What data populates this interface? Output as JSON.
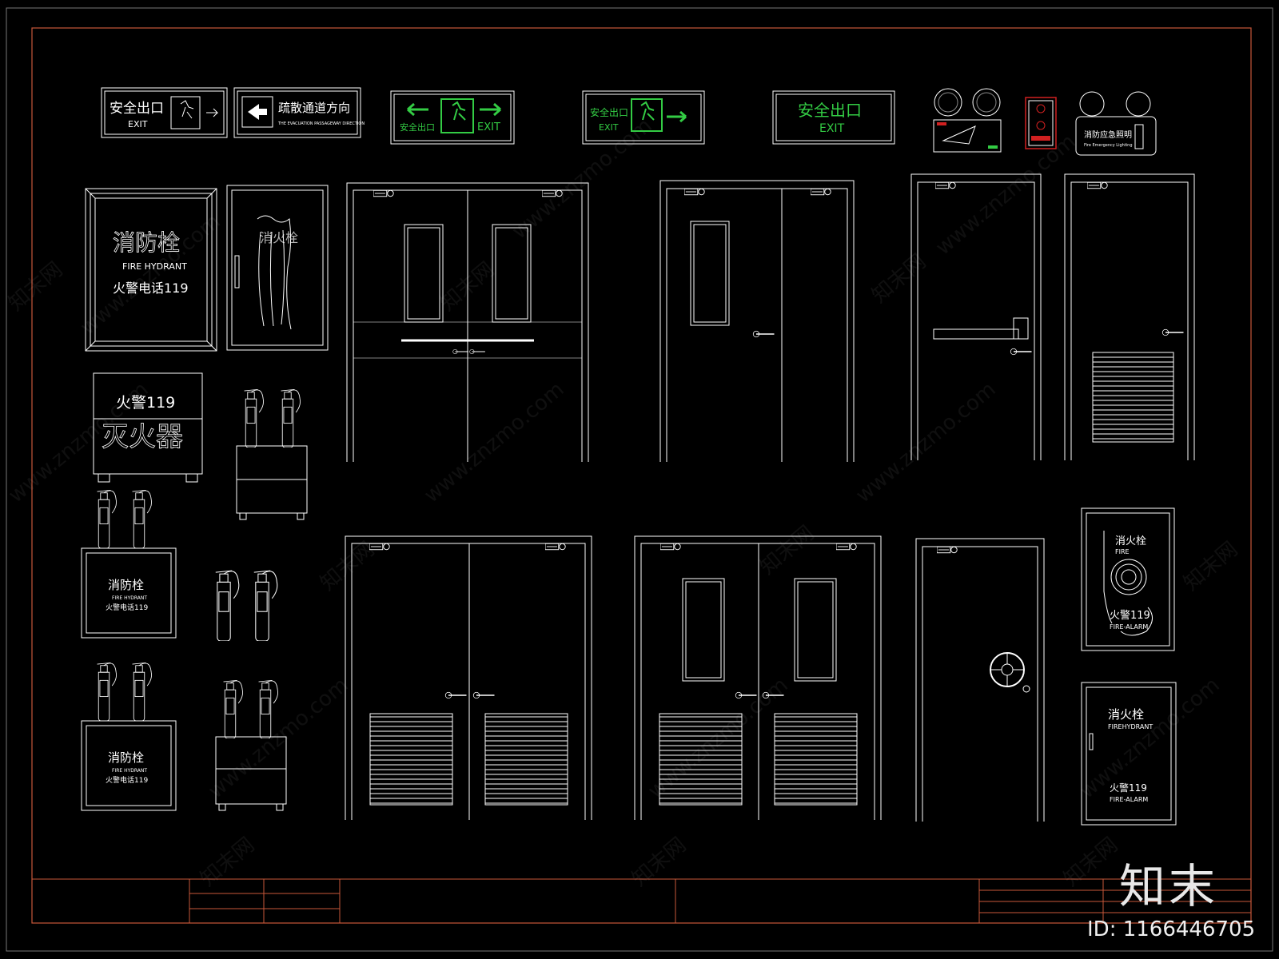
{
  "colors": {
    "frame": "#c8583a",
    "line": "#ffffff",
    "sign_green": "#33cc44",
    "alarm_red": "#d02020"
  },
  "signs": {
    "s1_cn": "安全出口",
    "s1_en": "EXIT",
    "s2_cn": "疏散通道方向",
    "s2_en": "THE EVACUATION PASSAGEWAY DIRECTION",
    "s3_cn": "安全出口",
    "s3_en": "EXIT",
    "s4_cn": "安全出口",
    "s4_en": "EXIT",
    "s5_cn": "安全出口",
    "s5_en": "EXIT",
    "lamp_cn": "消防应急照明",
    "lamp_en": "Fire Emergency Lighting"
  },
  "cabinets": {
    "c1_title": "消防栓",
    "c1_en": "FIRE HYDRANT",
    "c1_phone": "火警电话119",
    "c2_title": "消火栓",
    "box_phone": "火警119",
    "box_title": "灭火器",
    "c3_title": "消防栓",
    "c3_en": "FIRE HYDRANT",
    "c3_phone": "火警电话119",
    "c4_title": "消防栓",
    "c4_en": "FIRE HYDRANT",
    "c4_phone": "火警电话119",
    "c5_title": "消火栓",
    "c5_en": "FIRE",
    "c5_phone": "火警119",
    "c5_alarm": "FIRE-ALARM",
    "c6_title": "消火栓",
    "c6_en": "FIREHYDRANT",
    "c6_phone": "火警119",
    "c6_alarm": "FIRE-ALARM"
  },
  "watermark": {
    "site": "www.znzmo.com",
    "cn": "知末网"
  },
  "brand": "知末",
  "asset_id": "ID: 1166446705"
}
